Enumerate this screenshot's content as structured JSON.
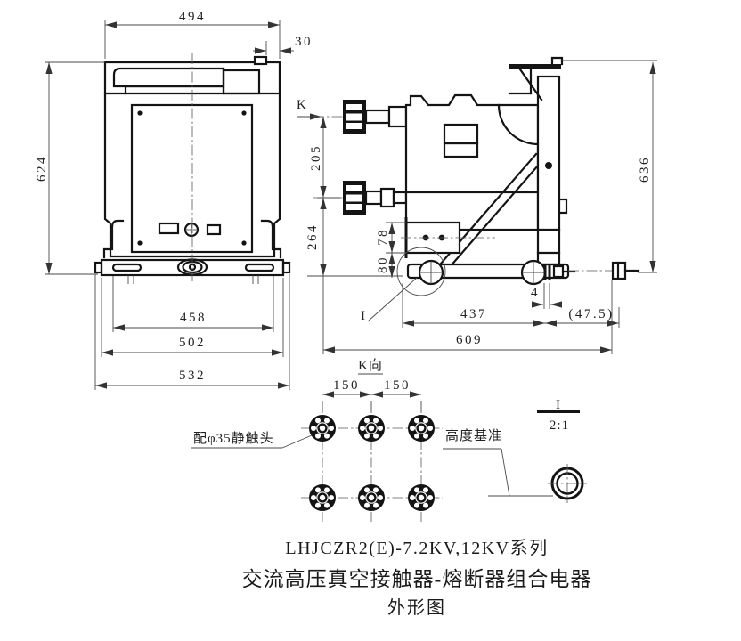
{
  "drawing": {
    "front_view": {
      "dims": {
        "top_width": "494",
        "clip_offset": "30",
        "height": "624",
        "inner_span": "458",
        "base_span": "502",
        "overall_span": "532"
      }
    },
    "side_view": {
      "view_arrow": "K",
      "view_label": "K向",
      "dims": {
        "terminal_pitch": "205",
        "lower_section": "264",
        "beam_height": "78",
        "ground_height": "80",
        "overall_height": "636",
        "gap": "4",
        "wheel_span": "437",
        "overhang": "(47.5)",
        "overall_depth": "609"
      }
    },
    "k_view": {
      "pitch_a": "150",
      "pitch_b": "150",
      "contact_label": "配φ35静触头"
    },
    "detail": {
      "callout": "I",
      "mark": "I",
      "scale": "2:1",
      "datum_label": "高度基准"
    },
    "title": {
      "line1": "LHJCZR2(E)-7.2KV,12KV系列",
      "line2": "交流高压真空接触器-熔断器组合电器",
      "line3": "外形图"
    }
  }
}
